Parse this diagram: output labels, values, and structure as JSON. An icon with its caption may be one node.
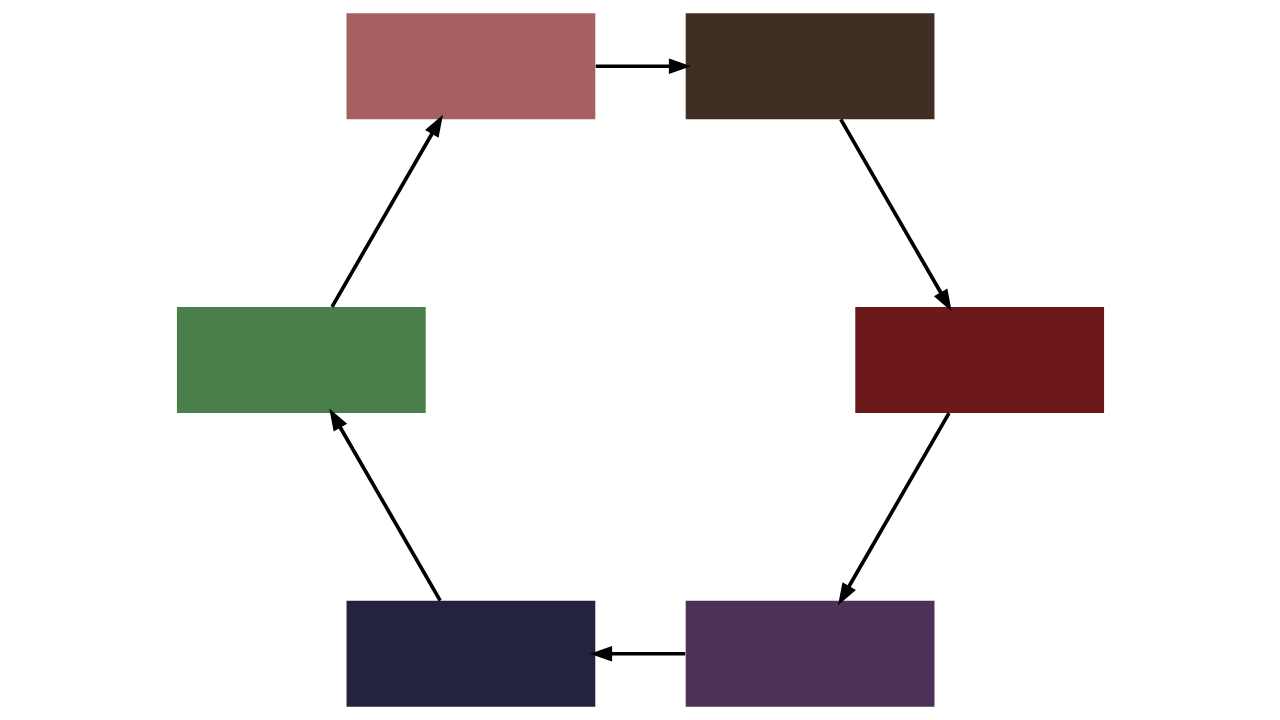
{
  "diagram": {
    "nodes": [
      {
        "text": [],
        "shape": "box"
      },
      {
        "text": [],
        "shape": "box"
      },
      {
        "text": [],
        "shape": "box"
      },
      {
        "text": [],
        "shape": "box"
      },
      {
        "text": [],
        "shape": "box"
      },
      {
        "text": [],
        "shape": "box"
      }
    ],
    "edges": [
      {
        "from": 0,
        "to": 1,
        "arrow": "to"
      },
      {
        "from": 1,
        "to": 2,
        "arrow": "to"
      },
      {
        "from": 2,
        "to": 3,
        "arrow": "to"
      },
      {
        "from": 3,
        "to": 4,
        "arrow": "to"
      },
      {
        "from": 4,
        "to": 5,
        "arrow": "to"
      },
      {
        "from": 5,
        "to": 0,
        "arrow": "to"
      }
    ]
  }
}
